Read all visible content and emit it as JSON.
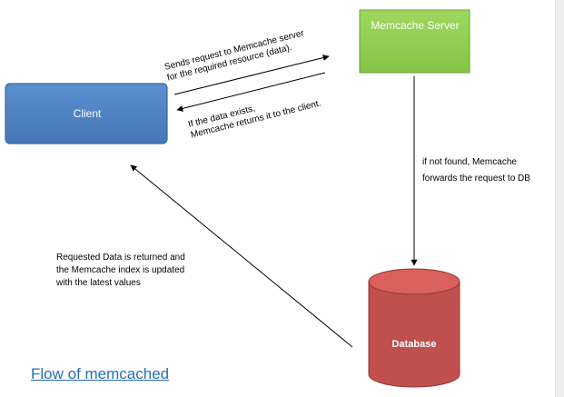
{
  "diagram": {
    "nodes": {
      "client": {
        "label": "Client",
        "color": "#4f81bd"
      },
      "server": {
        "label": "Memcache Server",
        "color": "#92d050"
      },
      "database": {
        "label": "Database",
        "color": "#c0504d"
      }
    },
    "edges": {
      "request": [
        "Sends request to Memcache server",
        "for the required resource (data)."
      ],
      "response": [
        "If the data exists,",
        "Memcache returns it to the client."
      ],
      "not_found": [
        "if not found, Memcache",
        "forwards the request to DB"
      ],
      "db_return": [
        "Requested Data is returned and",
        "the Memcache index is updated",
        "with the latest values"
      ]
    }
  },
  "caption": {
    "label": "Flow of memcached",
    "color": "#2a6fb5"
  }
}
